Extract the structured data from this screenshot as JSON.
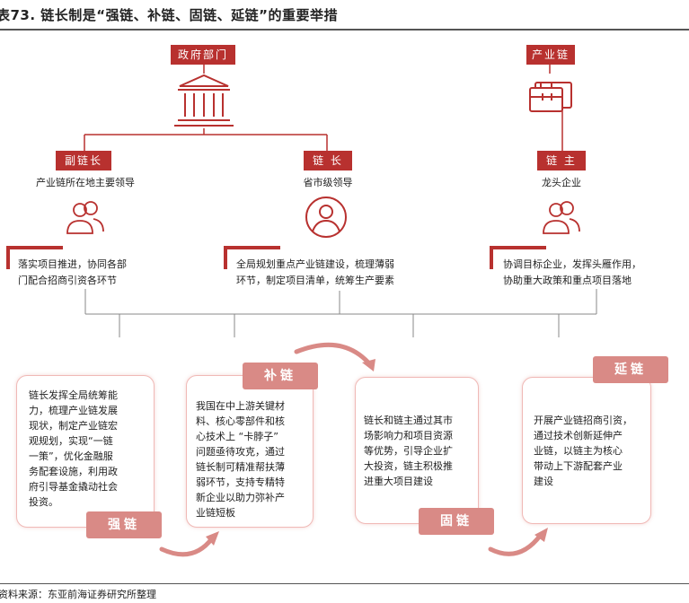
{
  "title": "表73. 链长制是“强链、补链、固链、延链”的重要举措",
  "source": "资料来源：东亚前海证券研究所整理",
  "colors": {
    "accent": "#b8312f",
    "pink": "#d98a86",
    "card_border": "#f0b9b6"
  },
  "top": {
    "gov_label": "政府部门",
    "chain_label": "产业链",
    "gov_icon": "government-building-icon",
    "chain_icon": "briefcase-icon"
  },
  "roles": [
    {
      "tag": "副链长",
      "sub": "产业链所在地主要领导",
      "icon": "group-people-icon",
      "duty_lines": [
        "落实项目推进，协同各部",
        "门配合招商引资各环节"
      ]
    },
    {
      "tag": "链 长",
      "sub": "省市级领导",
      "icon": "person-circle-icon",
      "duty_lines": [
        "全局规划重点产业链建设，梳理薄弱",
        "环节，制定项目清单，统筹生产要素"
      ]
    },
    {
      "tag": "链 主",
      "sub": "龙头企业",
      "icon": "group-people-icon",
      "duty_lines": [
        "协调目标企业，发挥头雁作用，",
        "协助重大政策和重点项目落地"
      ]
    }
  ],
  "actions": [
    {
      "tag": "强链",
      "lines": [
        "链长发挥全局统筹能",
        "力，梳理产业链发展",
        "现状，制定产业链宏",
        "观规划，实现“一链",
        "一策”，优化金融服",
        "务配套设施，利用政",
        "府引导基金撬动社会",
        "投资。"
      ]
    },
    {
      "tag": "补链",
      "lines": [
        "我国在中上游关键材",
        "料、核心零部件和核",
        "心技术上 “卡脖子”",
        "问题亟待攻克，通过",
        "链长制可精准帮扶薄",
        "弱环节，支持专精特",
        "新企业以助力弥补产",
        "业链短板"
      ]
    },
    {
      "tag": "固链",
      "lines": [
        "链长和链主通过其市",
        "场影响力和项目资源",
        "等优势，引导企业扩",
        "大投资，链主积极推",
        "进重大项目建设"
      ]
    },
    {
      "tag": "延链",
      "lines": [
        "开展产业链招商引资，",
        "通过技术创新延伸产",
        "业链，以链主为核心",
        "带动上下游配套产业",
        "建设"
      ]
    }
  ]
}
